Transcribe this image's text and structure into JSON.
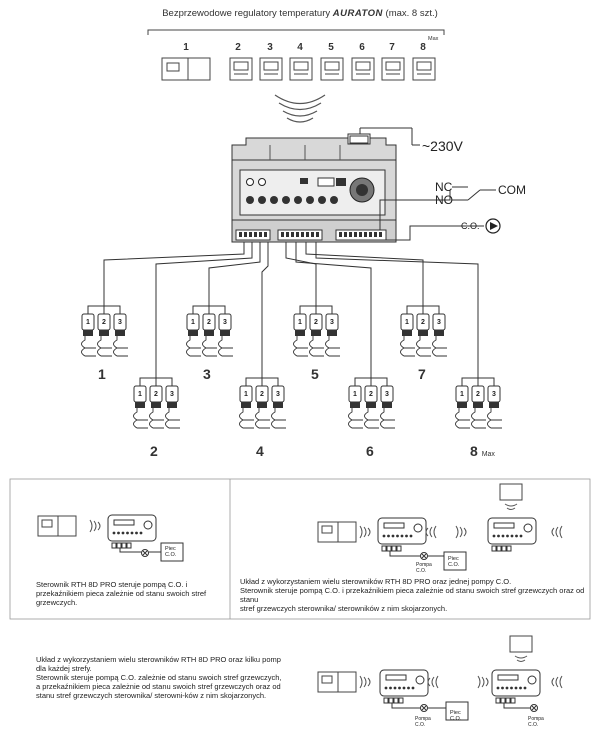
{
  "header": {
    "prefix": "Bezprzewodowe regulatory temperatury",
    "brand": "AURATON",
    "suffix": "(max. 8 szt.)"
  },
  "regulators": [
    "1",
    "2",
    "3",
    "4",
    "5",
    "6",
    "7",
    "8"
  ],
  "max_label": "Max",
  "power_label": "~230V",
  "relay": {
    "nc": "NC",
    "no": "NO",
    "com": "COM"
  },
  "pump_label": "C.O.",
  "zones": [
    "1",
    "2",
    "3",
    "4",
    "5",
    "6",
    "7",
    "8"
  ],
  "valve_numbers": [
    "1",
    "2",
    "3"
  ],
  "captions": {
    "c1": "Sterownik RTH 8D PRO steruje pompą C.O. i przekaźnikiem pieca zależnie od stanu swoich stref grzewczych.",
    "c2_line1": "Układ z wykorzystaniem wielu sterowników RTH 8D PRO oraz jednej pompy C.O.",
    "c2_line2": "Sterownik steruje pompą C.O. i przekaźnikiem pieca zależnie od stanu swoich stref grzewczych oraz od stanu",
    "c2_line3": "stref grzewczych sterownika/ sterowników z nim skojarzonych.",
    "c3_line1": "Układ z wykorzystaniem wielu sterowników RTH 8D PRO oraz kilku pomp",
    "c3_line2": "dla każdej strefy.",
    "c3_line3": "Sterownik steruje pompą C.O. zależnie od stanu swoich stref grzewczych,",
    "c3_line4": "a przekaźnikiem pieca zależnie od stanu swoich stref grzewczych oraz od",
    "c3_line5": "stanu stref grzewczych sterownika/ sterowni-ków z nim skojarzonych."
  },
  "small_labels": {
    "piec": "Piec",
    "co": "C.O.",
    "pompa": "Pompa"
  }
}
